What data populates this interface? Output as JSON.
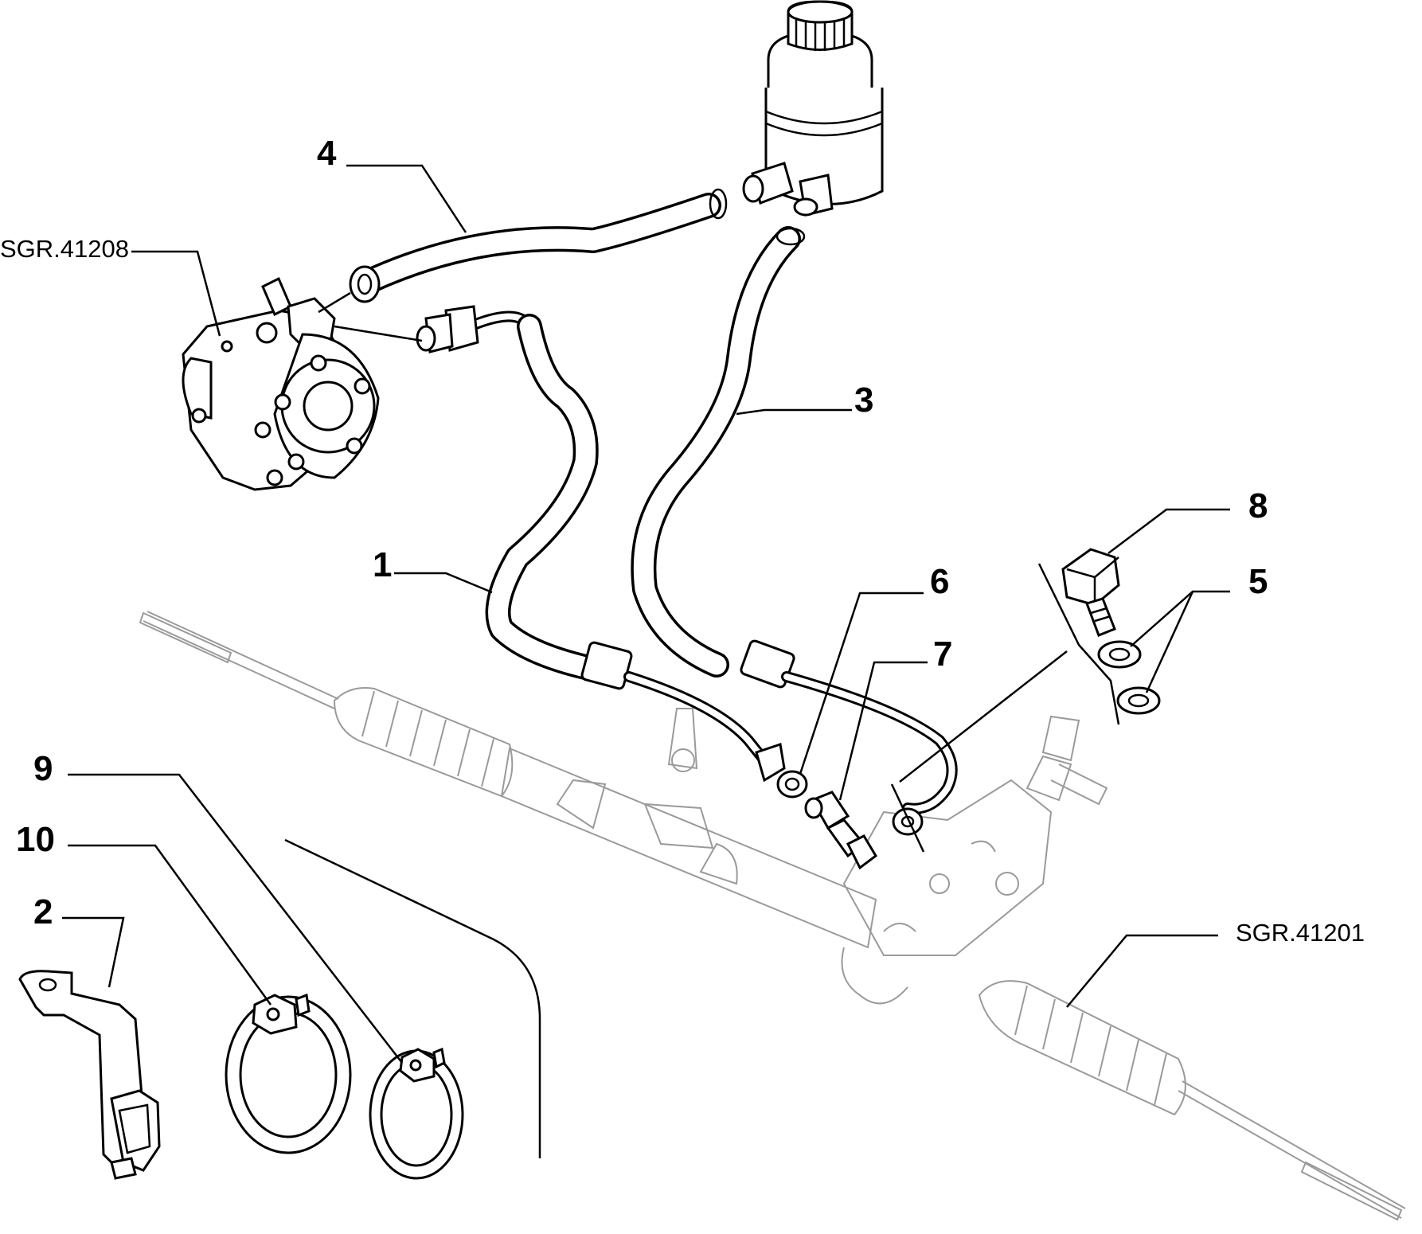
{
  "labels": {
    "p1": "1",
    "p2": "2",
    "p3": "3",
    "p4": "4",
    "p5": "5",
    "p6": "6",
    "p7": "7",
    "p8": "8",
    "p9": "9",
    "p10": "10",
    "ref_pump": "SGR.41208",
    "ref_rack": "SGR.41201"
  }
}
